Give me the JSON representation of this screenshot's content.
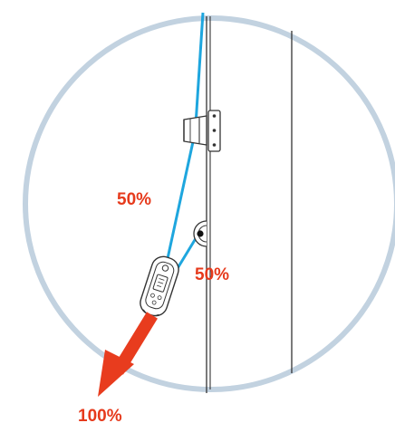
{
  "labels": {
    "upper_leg_percent": "50%",
    "lower_leg_percent": "50%",
    "total_load_percent": "100%"
  },
  "colors": {
    "rope": "#1ea6de",
    "circle": "#c2d2e0",
    "arrow": "#e83c1e",
    "label": "#e63a1c",
    "lines": "#333333"
  },
  "icons": {
    "pulley": "pulley-icon",
    "anchor_ring": "anchor-ring-icon",
    "load_cell": "load-cell-device-icon",
    "force_arrow": "force-arrow-icon"
  }
}
